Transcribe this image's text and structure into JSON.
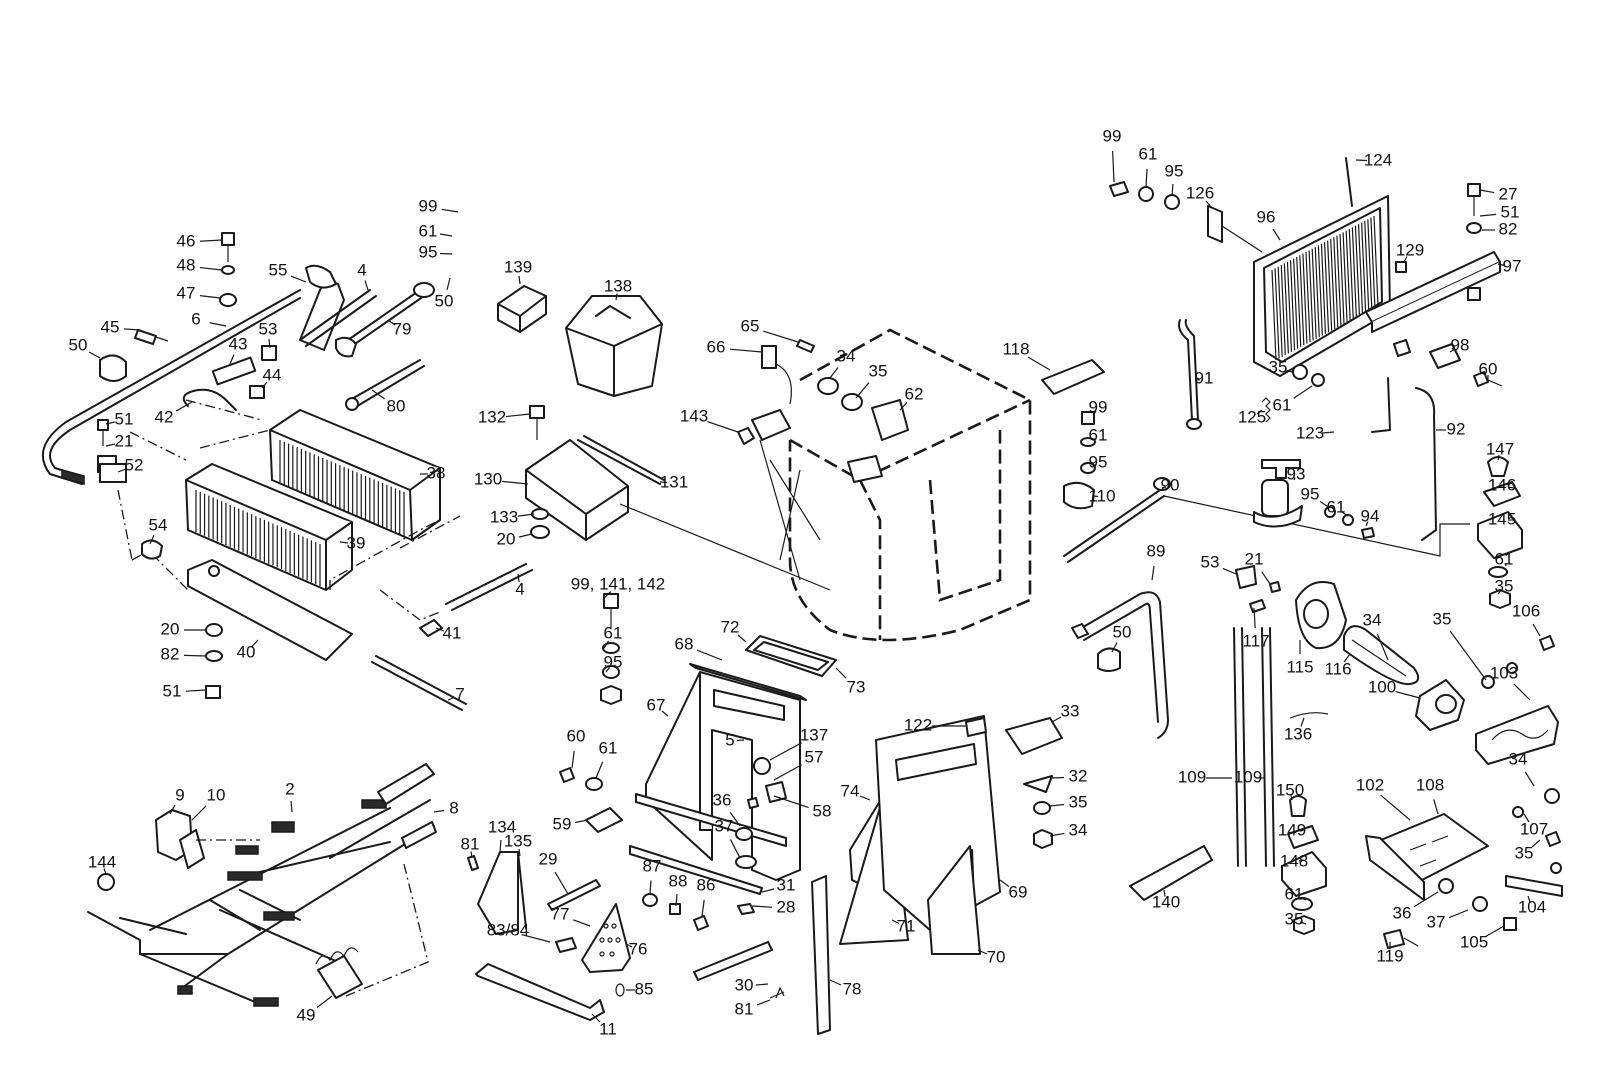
{
  "diagram": {
    "labels": [
      {
        "text": "99"
      },
      {
        "text": "61"
      },
      {
        "text": "95"
      },
      {
        "text": "50"
      },
      {
        "text": "46"
      },
      {
        "text": "48"
      },
      {
        "text": "47"
      },
      {
        "text": "55"
      },
      {
        "text": "4"
      },
      {
        "text": "79"
      },
      {
        "text": "45"
      },
      {
        "text": "6"
      },
      {
        "text": "53"
      },
      {
        "text": "43"
      },
      {
        "text": "44"
      },
      {
        "text": "50"
      },
      {
        "text": "42"
      },
      {
        "text": "80"
      },
      {
        "text": "51"
      },
      {
        "text": "21"
      },
      {
        "text": "52"
      },
      {
        "text": "38"
      },
      {
        "text": "39"
      },
      {
        "text": "54"
      },
      {
        "text": "4"
      },
      {
        "text": "41"
      },
      {
        "text": "20"
      },
      {
        "text": "82"
      },
      {
        "text": "40"
      },
      {
        "text": "51"
      },
      {
        "text": "7"
      },
      {
        "text": "139"
      },
      {
        "text": "138"
      },
      {
        "text": "132"
      },
      {
        "text": "130"
      },
      {
        "text": "131"
      },
      {
        "text": "133"
      },
      {
        "text": "20"
      },
      {
        "text": "99, 141, 142"
      },
      {
        "text": "61"
      },
      {
        "text": "95"
      },
      {
        "text": "65"
      },
      {
        "text": "66"
      },
      {
        "text": "34"
      },
      {
        "text": "35"
      },
      {
        "text": "62"
      },
      {
        "text": "143"
      },
      {
        "text": "118"
      },
      {
        "text": "99"
      },
      {
        "text": "61"
      },
      {
        "text": "95"
      },
      {
        "text": "110"
      },
      {
        "text": "90"
      },
      {
        "text": "99"
      },
      {
        "text": "61"
      },
      {
        "text": "95"
      },
      {
        "text": "126"
      },
      {
        "text": "124"
      },
      {
        "text": "96"
      },
      {
        "text": "27"
      },
      {
        "text": "51"
      },
      {
        "text": "82"
      },
      {
        "text": "129"
      },
      {
        "text": "97"
      },
      {
        "text": "98"
      },
      {
        "text": "60"
      },
      {
        "text": "35"
      },
      {
        "text": "61"
      },
      {
        "text": "91"
      },
      {
        "text": "125"
      },
      {
        "text": "123"
      },
      {
        "text": "92"
      },
      {
        "text": "93"
      },
      {
        "text": "95"
      },
      {
        "text": "61"
      },
      {
        "text": "94"
      },
      {
        "text": "147"
      },
      {
        "text": "146"
      },
      {
        "text": "145"
      },
      {
        "text": "61"
      },
      {
        "text": "35"
      },
      {
        "text": "89"
      },
      {
        "text": "53"
      },
      {
        "text": "21"
      },
      {
        "text": "117"
      },
      {
        "text": "115"
      },
      {
        "text": "116"
      },
      {
        "text": "50"
      },
      {
        "text": "35"
      },
      {
        "text": "106"
      },
      {
        "text": "34"
      },
      {
        "text": "100"
      },
      {
        "text": "103"
      },
      {
        "text": "136"
      },
      {
        "text": "109"
      },
      {
        "text": "109"
      },
      {
        "text": "150"
      },
      {
        "text": "149"
      },
      {
        "text": "148"
      },
      {
        "text": "61"
      },
      {
        "text": "35"
      },
      {
        "text": "102"
      },
      {
        "text": "108"
      },
      {
        "text": "34"
      },
      {
        "text": "107"
      },
      {
        "text": "35"
      },
      {
        "text": "36"
      },
      {
        "text": "37"
      },
      {
        "text": "105"
      },
      {
        "text": "104"
      },
      {
        "text": "119"
      },
      {
        "text": "140"
      },
      {
        "text": "68"
      },
      {
        "text": "72"
      },
      {
        "text": "73"
      },
      {
        "text": "67"
      },
      {
        "text": "5"
      },
      {
        "text": "137"
      },
      {
        "text": "57"
      },
      {
        "text": "58"
      },
      {
        "text": "60"
      },
      {
        "text": "61"
      },
      {
        "text": "59"
      },
      {
        "text": "36"
      },
      {
        "text": "37"
      },
      {
        "text": "29"
      },
      {
        "text": "87"
      },
      {
        "text": "88"
      },
      {
        "text": "86"
      },
      {
        "text": "31"
      },
      {
        "text": "28"
      },
      {
        "text": "81"
      },
      {
        "text": "134"
      },
      {
        "text": "135"
      },
      {
        "text": "77"
      },
      {
        "text": "83/84"
      },
      {
        "text": "76"
      },
      {
        "text": "85"
      },
      {
        "text": "11"
      },
      {
        "text": "30"
      },
      {
        "text": "81"
      },
      {
        "text": "78"
      },
      {
        "text": "122"
      },
      {
        "text": "33"
      },
      {
        "text": "32"
      },
      {
        "text": "35"
      },
      {
        "text": "34"
      },
      {
        "text": "74"
      },
      {
        "text": "69"
      },
      {
        "text": "71"
      },
      {
        "text": "70"
      },
      {
        "text": "9"
      },
      {
        "text": "10"
      },
      {
        "text": "2"
      },
      {
        "text": "8"
      },
      {
        "text": "144"
      },
      {
        "text": "49"
      }
    ]
  }
}
